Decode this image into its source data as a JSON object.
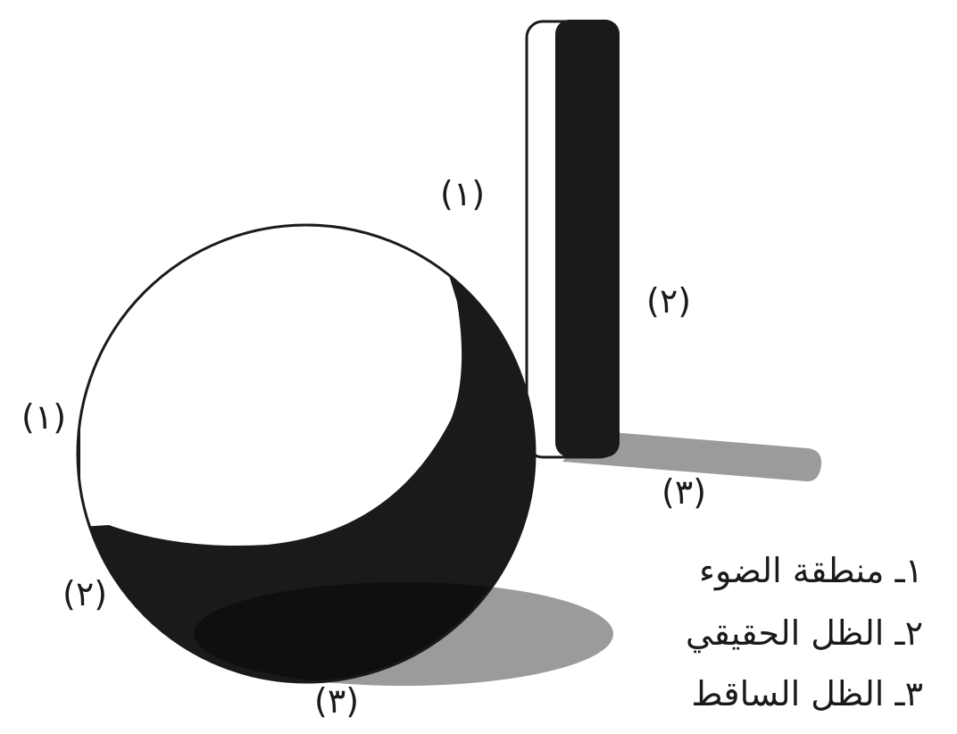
{
  "colors": {
    "light": "#ffffff",
    "true_shadow": "#1a1a1a",
    "cast_shadow": "#9b9b9b",
    "core_overlap": "#0f0f0f"
  },
  "rod_labels": {
    "light": "(١)",
    "true_shadow": "(٢)",
    "cast_shadow": "(٣)"
  },
  "sphere_labels": {
    "light": "(١)",
    "true_shadow": "(٢)",
    "cast_shadow": "(٣)"
  },
  "legend": [
    {
      "text": "١ـ منطقة الضوء"
    },
    {
      "text": "٢ـ الظل الحقيقي"
    },
    {
      "text": "٣ـ الظل الساقط"
    }
  ]
}
